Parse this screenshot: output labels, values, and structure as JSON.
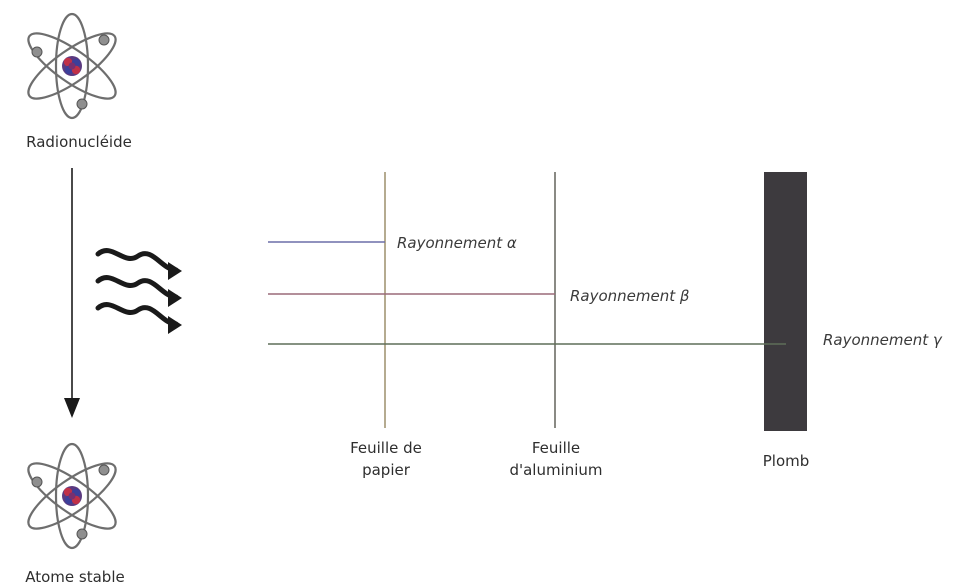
{
  "labels": {
    "radionuclide": "Radionucléide",
    "stable_atom": "Atome stable",
    "paper_line1": "Feuille de",
    "paper_line2": "papier",
    "aluminium_line1": "Feuille",
    "aluminium_line2": "d'aluminium",
    "lead": "Plomb"
  },
  "radiation": {
    "alpha": "Rayonnement α",
    "beta": "Rayonnement β",
    "gamma": "Rayonnement γ"
  },
  "colors": {
    "alpha_ray": "#6b6fa8",
    "beta_ray": "#9a6a78",
    "gamma_ray": "#5f6e58",
    "paper_barrier": "#b5ab90",
    "aluminium_barrier": "#8a8a84",
    "lead_block": "#3d3a3e",
    "nucleus": "#7a2f6e",
    "electron": "#8f8f8f"
  },
  "icons": {
    "radionuclide_atom": "atom-icon",
    "stable_atom": "atom-icon",
    "emission": "wavy-arrows-icon",
    "decay": "arrow-down-icon"
  }
}
